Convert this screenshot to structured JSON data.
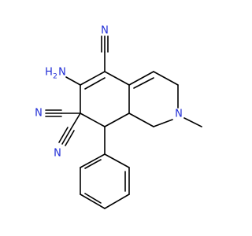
{
  "atom_labels": {
    "nitrile_5": "N",
    "amino": "H",
    "amino_n": "N",
    "amino_count": "2",
    "nitrile_7a": "N",
    "nitrile_7b": "N",
    "ring_n": "N"
  },
  "colors": {
    "nitrogen": "#1f2cd6",
    "bond": "#000000",
    "background": "#ffffff"
  }
}
